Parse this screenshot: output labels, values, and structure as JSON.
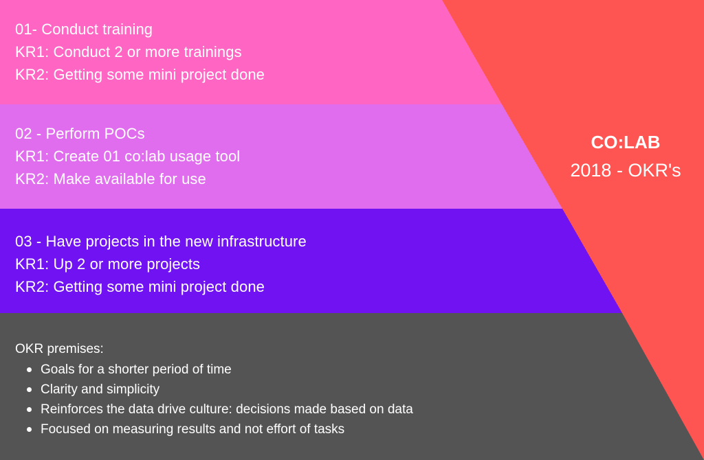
{
  "colors": {
    "accent_red": "#ff5552",
    "band_1_pink": "#ff66c4",
    "band_2_orchid": "#e06ded",
    "band_3_violet": "#7012f2",
    "footer_gray": "#545454",
    "text": "#ffffff"
  },
  "objectives": [
    {
      "title": "01- Conduct training",
      "key_results": [
        "KR1: Conduct 2 or more trainings",
        "KR2: Getting some mini project done"
      ]
    },
    {
      "title": "02 - Perform POCs",
      "key_results": [
        "KR1: Create 01 co:lab usage tool",
        "KR2: Make available for use"
      ]
    },
    {
      "title": "03 - Have projects in the new infrastructure",
      "key_results": [
        "KR1: Up 2 or more projects",
        "KR2: Getting some mini project done"
      ]
    }
  ],
  "premises": {
    "title": "OKR premises:",
    "items": [
      "Goals for a shorter period of time",
      "Clarity and simplicity",
      "Reinforces the data drive culture: decisions made based on data",
      "Focused on measuring results and not effort of tasks"
    ]
  },
  "brand": {
    "name": "CO:LAB",
    "subtitle": "2018 - OKR's"
  }
}
